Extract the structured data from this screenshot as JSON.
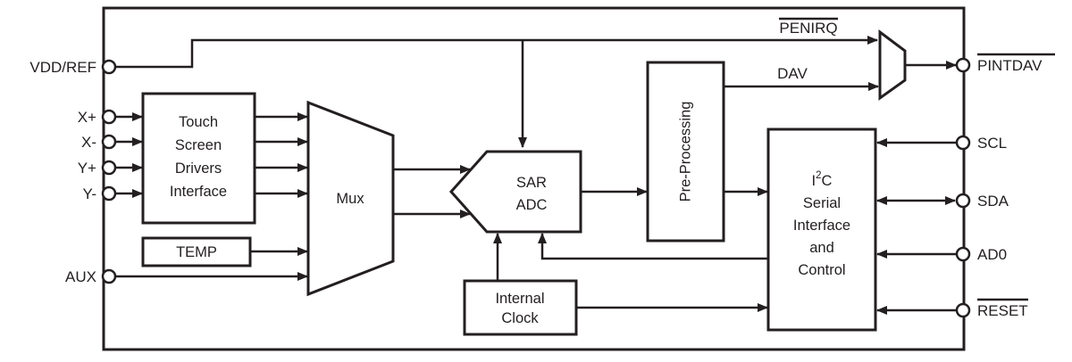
{
  "pins": {
    "left": [
      {
        "label": "VDD/REF"
      },
      {
        "label": "X+"
      },
      {
        "label": "X-"
      },
      {
        "label": "Y+"
      },
      {
        "label": "Y-"
      },
      {
        "label": "AUX"
      }
    ],
    "right": [
      {
        "label": "PINTDAV",
        "overline": true
      },
      {
        "label": "SCL",
        "overline": false
      },
      {
        "label": "SDA",
        "overline": false
      },
      {
        "label": "AD0",
        "overline": false
      },
      {
        "label": "RESET",
        "overline": true
      }
    ]
  },
  "blocks": {
    "touch_screen": {
      "line1": "Touch",
      "line2": "Screen",
      "line3": "Drivers",
      "line4": "Interface"
    },
    "temp": {
      "label": "TEMP"
    },
    "mux": {
      "label": "Mux"
    },
    "sar_adc": {
      "line1": "SAR",
      "line2": "ADC"
    },
    "pre_processing": {
      "label": "Pre-Processing"
    },
    "internal_clock": {
      "line1": "Internal",
      "line2": "Clock"
    },
    "i2c": {
      "title_base": "I",
      "title_sup": "2",
      "title_end": "C",
      "line2": "Serial",
      "line3": "Interface",
      "line4": "and",
      "line5": "Control"
    }
  },
  "signals": {
    "penirq": "PENIRQ",
    "dav": "DAV"
  },
  "colors": {
    "line": "#231f20",
    "background": "#ffffff"
  }
}
